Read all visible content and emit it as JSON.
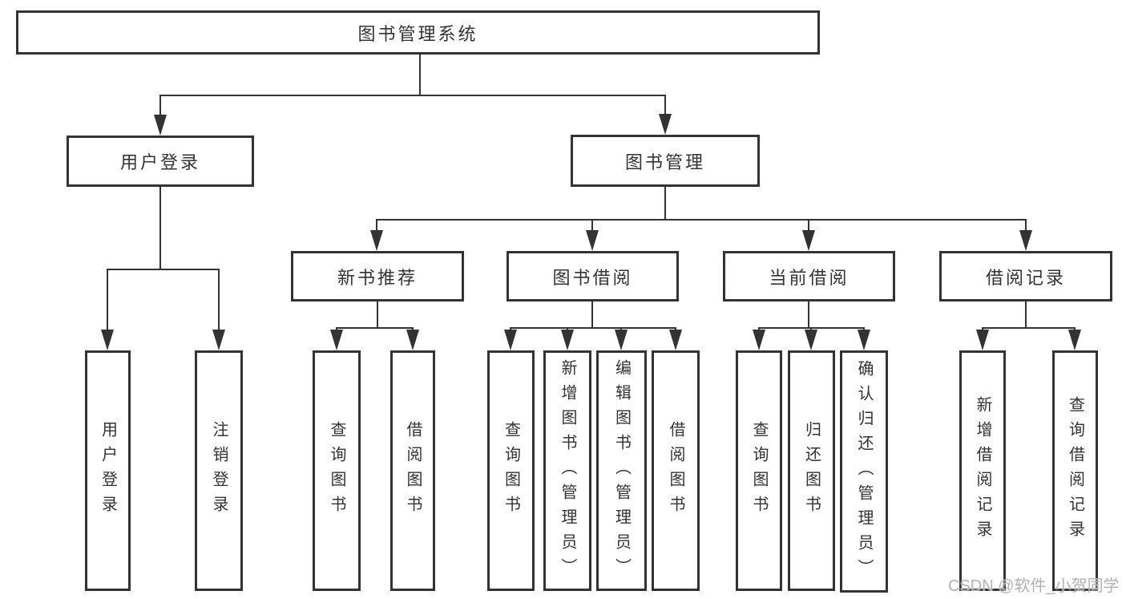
{
  "diagram": {
    "tree": {
      "root": {
        "label": "图书管理系统"
      },
      "branches": [
        {
          "label": "用户登录",
          "children": [
            {
              "label": "用户登录"
            },
            {
              "label": "注销登录"
            }
          ]
        },
        {
          "label": "图书管理",
          "children": [
            {
              "label": "新书推荐",
              "children": [
                {
                  "label": "查询图书"
                },
                {
                  "label": "借阅图书"
                }
              ]
            },
            {
              "label": "图书借阅",
              "children": [
                {
                  "label": "查询图书"
                },
                {
                  "label": "新增图书（管理员）"
                },
                {
                  "label": "编辑图书（管理员）"
                },
                {
                  "label": "借阅图书"
                }
              ]
            },
            {
              "label": "当前借阅",
              "children": [
                {
                  "label": "查询图书"
                },
                {
                  "label": "归还图书"
                },
                {
                  "label": "确认归还（管理员）"
                }
              ]
            },
            {
              "label": "借阅记录",
              "children": [
                {
                  "label": "新增借阅记录"
                },
                {
                  "label": "查询借阅记录"
                }
              ]
            }
          ]
        }
      ]
    },
    "watermark": {
      "text": "CSDN @软件_小贺同学"
    },
    "colors": {
      "line": "#333333",
      "box_background": "#ffffff",
      "text": "#333333",
      "watermark": "#b2b2b2"
    }
  }
}
